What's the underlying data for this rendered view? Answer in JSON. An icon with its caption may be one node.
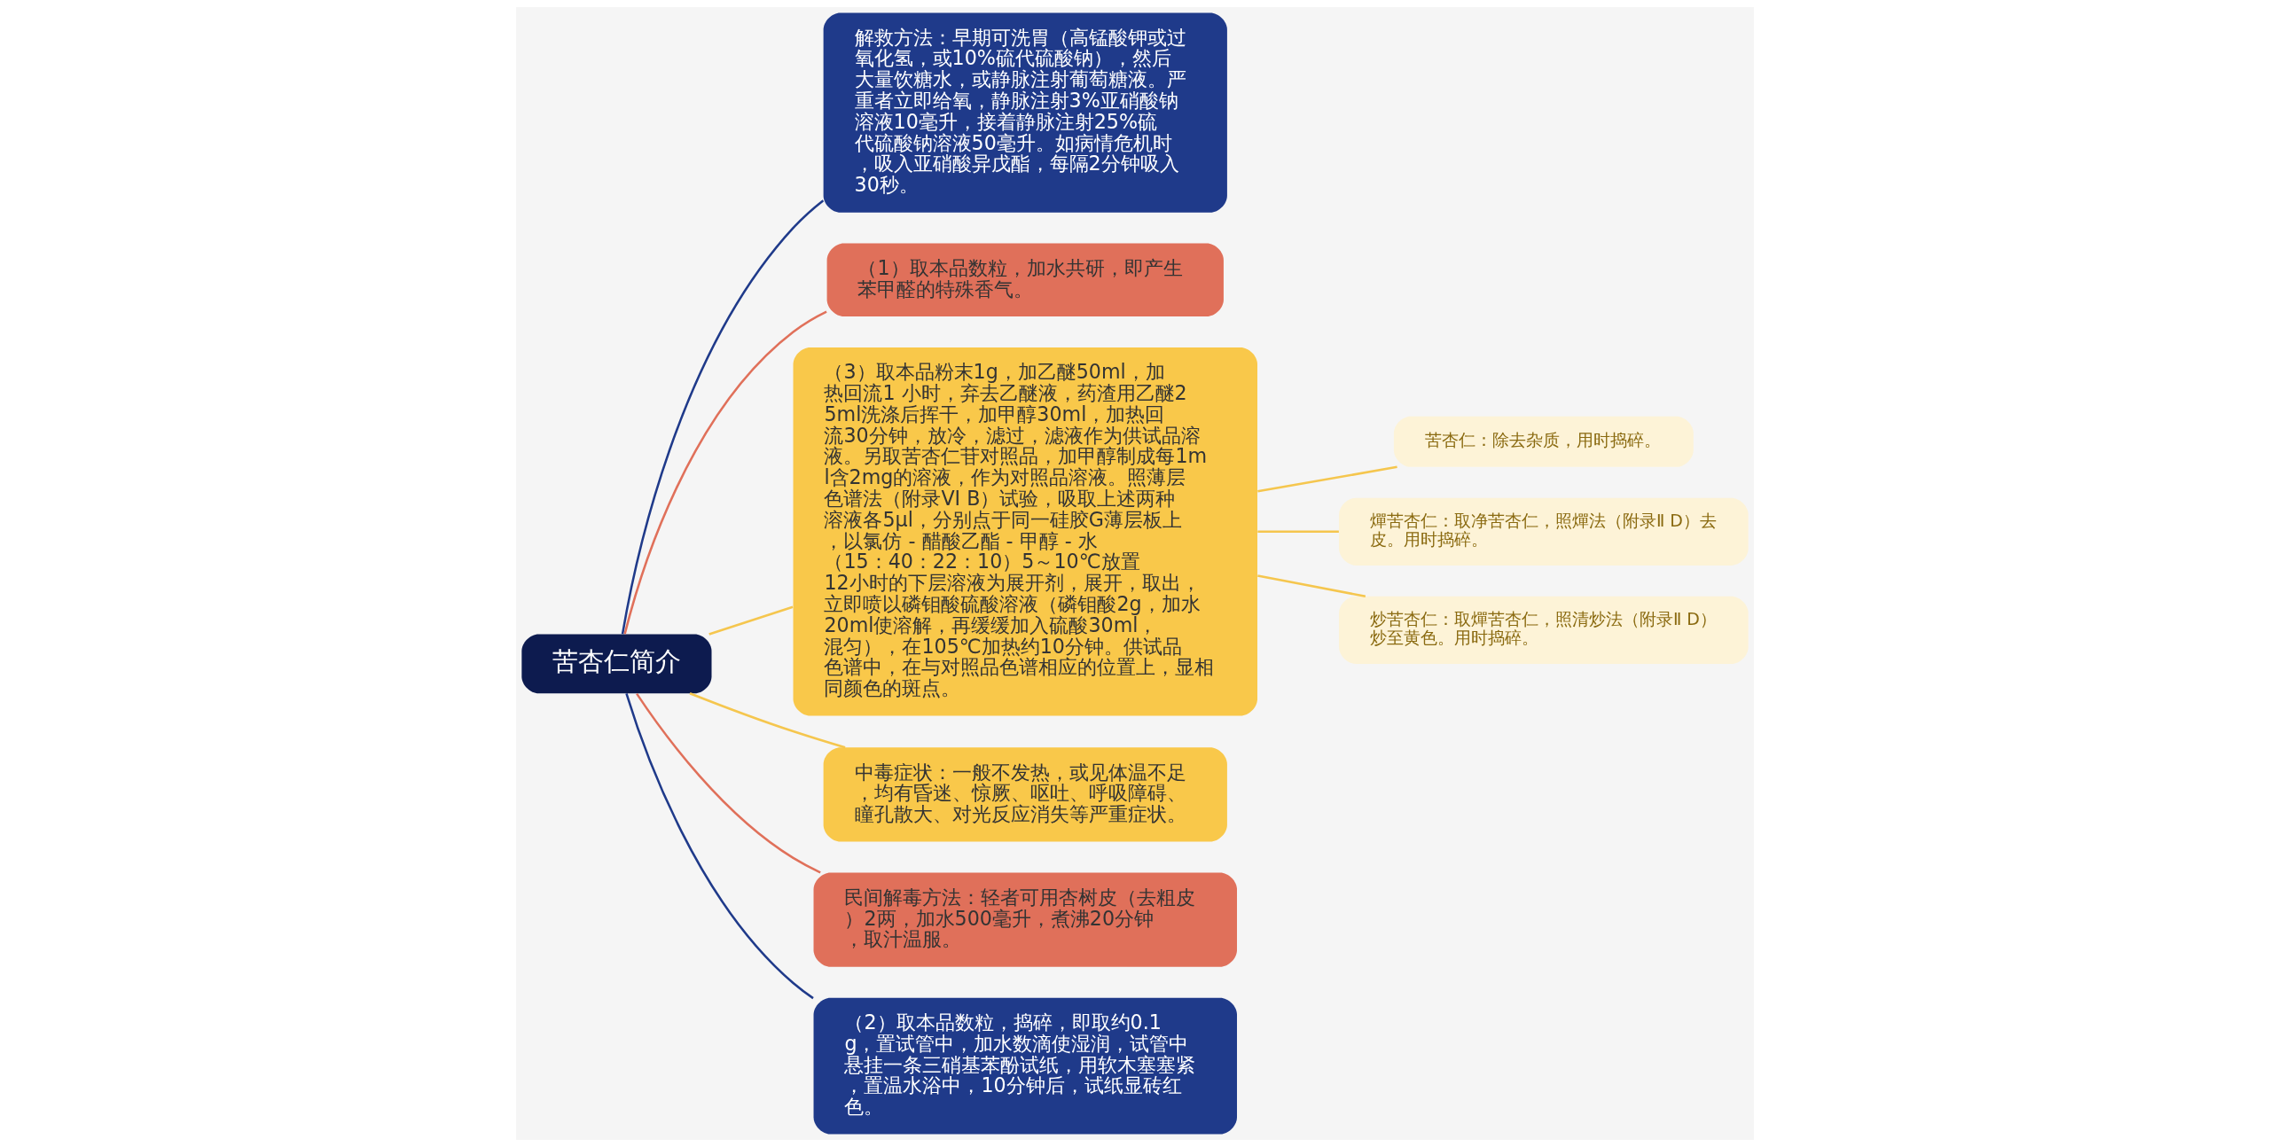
{
  "diagram": {
    "nodes": [
      {
        "text": [
          "苦杏仁简介"
        ]
      },
      {
        "text": [
          "解救方法：早期可洗胃（高锰酸钾或过氧化氢，或10%硫代硫酸钠），然后大量饮糖水，或静脉注射葡萄糖液。严重者立即给氧，静脉注射3%亚硝酸钠溶液10毫升，接着静脉注射25%硫代硫酸钠溶液50毫升。如病情危机时，吸入亚硝酸异戊酯，每隔2分钟吸入30秒。"
        ]
      },
      {
        "text": [
          "（1）取本品数粒，加水共研，即产生苯甲醛的特殊香气。"
        ]
      },
      {
        "text": [
          "（3）取本品粉末1g，加乙醚50ml，加热回流1 小时，弃去乙醚液，药渣用乙醚25ml洗涤后挥干，加甲醇30ml，加热回流30分钟，放冷，滤过，滤液作为供试品溶液。另取苦杏仁苷对照品，加甲醇制成每1ml含2mg的溶液，作为对照品溶液。照薄层色谱法（附录VI B）试验，吸取上述两种溶液各5μl，分别点于同一硅胶G薄层板上，以氯仿 - 醋酸乙酯 - 甲醇 - 水（15：40：22：10）5～10℃放置12小时的下层溶液为展开剂，展开，取出，立即喷以磷钼酸硫酸溶液（磷钼酸2g，加水20ml使溶解，再缓缓加入硫酸30ml，混匀），在105℃加热约10分钟。供试品色谱中，在与对照品色谱相应的位置上，显相同颜色的斑点。"
        ]
      },
      {
        "text": [
          "苦杏仁：除去杂质，用时捣碎。"
        ]
      },
      {
        "text": [
          "燀苦杏仁：取净苦杏仁，照燀法（附录Ⅱ D）去皮。用时捣碎。"
        ]
      },
      {
        "text": [
          "炒苦杏仁：取燀苦杏仁，照清炒法（附录Ⅱ D）炒至黄色。用时捣碎。"
        ]
      },
      {
        "text": [
          "中毒症状：一般不发热，或见体温不足，均有昏迷、惊厥、呕吐、呼吸障碍、瞳孔散大、对光反应消失等严重症状。"
        ]
      },
      {
        "text": [
          "民间解毒方法：轻者可用杏树皮（去粗皮）2两，加水500毫升，煮沸20分钟，取汁温服。"
        ]
      },
      {
        "text": [
          "（2）取本品数粒，捣碎，即取约0.1g，置试管中，加水数滴使湿润，试管中悬挂一条三硝基苯酚试纸，用软木塞塞紧，置温水浴中，10分钟后，试纸显砖红色。"
        ]
      }
    ],
    "edges": [
      {
        "from": 0,
        "to": 1,
        "arrow": "none",
        "color": "#1f3a8a"
      },
      {
        "from": 0,
        "to": 2,
        "arrow": "none",
        "color": "#e0705a"
      },
      {
        "from": 0,
        "to": 3,
        "arrow": "none"
      },
      {
        "from": 3,
        "to": 4,
        "arrow": "none"
      },
      {
        "from": 3,
        "to": 5,
        "arrow": "none"
      },
      {
        "from": 3,
        "to": 6,
        "arrow": "none"
      },
      {
        "from": 0,
        "to": 7,
        "arrow": "none"
      },
      {
        "from": 0,
        "to": 8,
        "arrow": "none",
        "color": "#e0705a"
      },
      {
        "from": 0,
        "to": 9,
        "arrow": "none",
        "color": "#1f3a8a"
      }
    ]
  }
}
